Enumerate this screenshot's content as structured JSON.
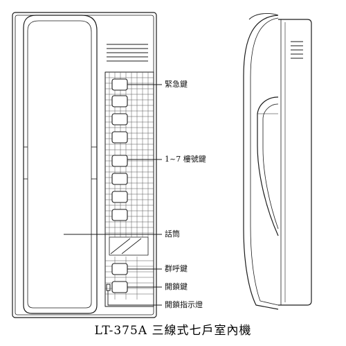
{
  "labels": {
    "emergency_key": "緊急鍵",
    "floor_keys": "1~7 樓號鍵",
    "handset": "話筒",
    "group_call_key": "群呼鍵",
    "unlock_key": "開鎖鍵",
    "unlock_indicator": "開鎖指示燈"
  },
  "caption": "LT-375A  三線式七戶室內機",
  "colors": {
    "line": "#1a1a1a",
    "background": "#ffffff"
  }
}
